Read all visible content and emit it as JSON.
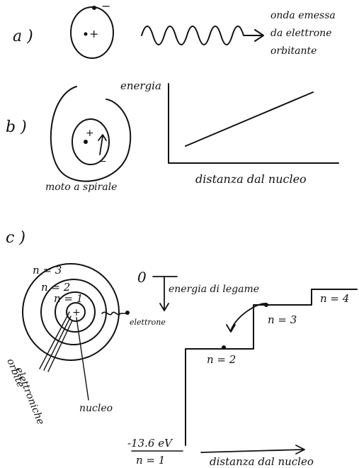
{
  "panel_a": {
    "label": "a )",
    "nucleus_charge": "+",
    "electron_charge": "−",
    "wave_caption": [
      "onda emessa",
      "da elettrone",
      "orbitante"
    ]
  },
  "panel_b": {
    "label": "b )",
    "nucleus_charge": "+",
    "electron_charge": "−",
    "spiral_caption": "moto a spirale",
    "graph_ylabel": "energia",
    "graph_xlabel": "distanza dal nucleo"
  },
  "panel_c": {
    "label": "c )",
    "orbit_labels": [
      "n = 3",
      "n = 2",
      "n = 1"
    ],
    "nucleus_charge": "+",
    "electron_label": "elettrone",
    "orbits_caption": [
      "orbite",
      "elettroniche"
    ],
    "nucleus_caption": "nucleo",
    "zero_label": "0",
    "binding_energy_label": "energia di legame",
    "levels": [
      "n = 2",
      "n = 3",
      "n = 4"
    ],
    "bottom_energy": "-13.6 eV",
    "bottom_level": "n = 1",
    "xlabel": "distanza dal nucleo"
  }
}
